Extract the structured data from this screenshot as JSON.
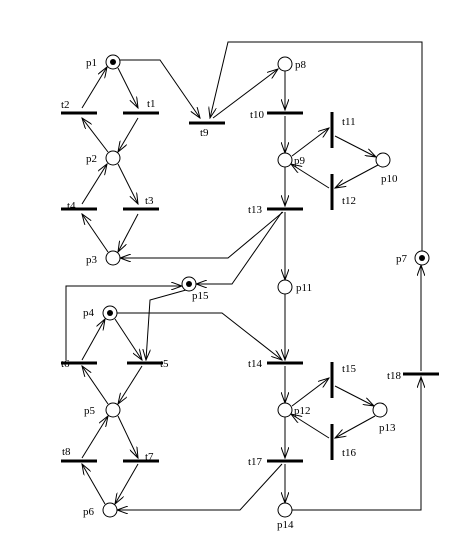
{
  "diagram": {
    "places": [
      {
        "id": "p1",
        "label": "p1",
        "token": true
      },
      {
        "id": "p2",
        "label": "p2",
        "token": false
      },
      {
        "id": "p3",
        "label": "p3",
        "token": false
      },
      {
        "id": "p4",
        "label": "p4",
        "token": true
      },
      {
        "id": "p5",
        "label": "p5",
        "token": false
      },
      {
        "id": "p6",
        "label": "p6",
        "token": false
      },
      {
        "id": "p7",
        "label": "p7",
        "token": true
      },
      {
        "id": "p8",
        "label": "p8",
        "token": false
      },
      {
        "id": "p9",
        "label": "p9",
        "token": false
      },
      {
        "id": "p10",
        "label": "p10",
        "token": false
      },
      {
        "id": "p11",
        "label": "p11",
        "token": false
      },
      {
        "id": "p12",
        "label": "p12",
        "token": false
      },
      {
        "id": "p13",
        "label": "p13",
        "token": false
      },
      {
        "id": "p14",
        "label": "p14",
        "token": false
      },
      {
        "id": "p15",
        "label": "p15",
        "token": true
      }
    ],
    "transitions": [
      {
        "id": "t1",
        "label": "t1"
      },
      {
        "id": "t2",
        "label": "t2"
      },
      {
        "id": "t3",
        "label": "t3"
      },
      {
        "id": "t4",
        "label": "t4"
      },
      {
        "id": "t5",
        "label": "t5"
      },
      {
        "id": "t6",
        "label": "t6"
      },
      {
        "id": "t7",
        "label": "t7"
      },
      {
        "id": "t8",
        "label": "t8"
      },
      {
        "id": "t9",
        "label": "t9"
      },
      {
        "id": "t10",
        "label": "t10"
      },
      {
        "id": "t11",
        "label": "t11"
      },
      {
        "id": "t12",
        "label": "t12"
      },
      {
        "id": "t13",
        "label": "t13"
      },
      {
        "id": "t14",
        "label": "t14"
      },
      {
        "id": "t15",
        "label": "t15"
      },
      {
        "id": "t16",
        "label": "t16"
      },
      {
        "id": "t17",
        "label": "t17"
      },
      {
        "id": "t18",
        "label": "t18"
      }
    ],
    "arcs": [
      {
        "from": "p1",
        "to": "t1"
      },
      {
        "from": "t1",
        "to": "p2"
      },
      {
        "from": "p2",
        "to": "t2"
      },
      {
        "from": "t2",
        "to": "p1"
      },
      {
        "from": "p2",
        "to": "t3"
      },
      {
        "from": "t3",
        "to": "p3"
      },
      {
        "from": "p3",
        "to": "t4"
      },
      {
        "from": "t4",
        "to": "p2"
      },
      {
        "from": "p1",
        "to": "t9"
      },
      {
        "from": "t9",
        "to": "p8"
      },
      {
        "from": "p7",
        "to": "t9"
      },
      {
        "from": "p8",
        "to": "t10"
      },
      {
        "from": "t10",
        "to": "p9"
      },
      {
        "from": "p9",
        "to": "t11"
      },
      {
        "from": "t11",
        "to": "p10"
      },
      {
        "from": "p10",
        "to": "t12"
      },
      {
        "from": "t12",
        "to": "p9"
      },
      {
        "from": "p9",
        "to": "t13"
      },
      {
        "from": "t13",
        "to": "p3"
      },
      {
        "from": "t13",
        "to": "p15"
      },
      {
        "from": "t13",
        "to": "p11"
      },
      {
        "from": "p15",
        "to": "t5"
      },
      {
        "from": "t6",
        "to": "p15"
      },
      {
        "from": "p4",
        "to": "t5"
      },
      {
        "from": "t5",
        "to": "p5"
      },
      {
        "from": "p5",
        "to": "t6"
      },
      {
        "from": "t6",
        "to": "p4"
      },
      {
        "from": "p5",
        "to": "t7"
      },
      {
        "from": "t7",
        "to": "p6"
      },
      {
        "from": "p6",
        "to": "t8"
      },
      {
        "from": "t8",
        "to": "p5"
      },
      {
        "from": "p4",
        "to": "t14"
      },
      {
        "from": "p11",
        "to": "t14"
      },
      {
        "from": "t14",
        "to": "p12"
      },
      {
        "from": "p12",
        "to": "t15"
      },
      {
        "from": "t15",
        "to": "p13"
      },
      {
        "from": "p13",
        "to": "t16"
      },
      {
        "from": "t16",
        "to": "p12"
      },
      {
        "from": "p12",
        "to": "t17"
      },
      {
        "from": "t17",
        "to": "p6"
      },
      {
        "from": "t17",
        "to": "p14"
      },
      {
        "from": "p14",
        "to": "t18"
      },
      {
        "from": "t18",
        "to": "p7"
      }
    ]
  }
}
